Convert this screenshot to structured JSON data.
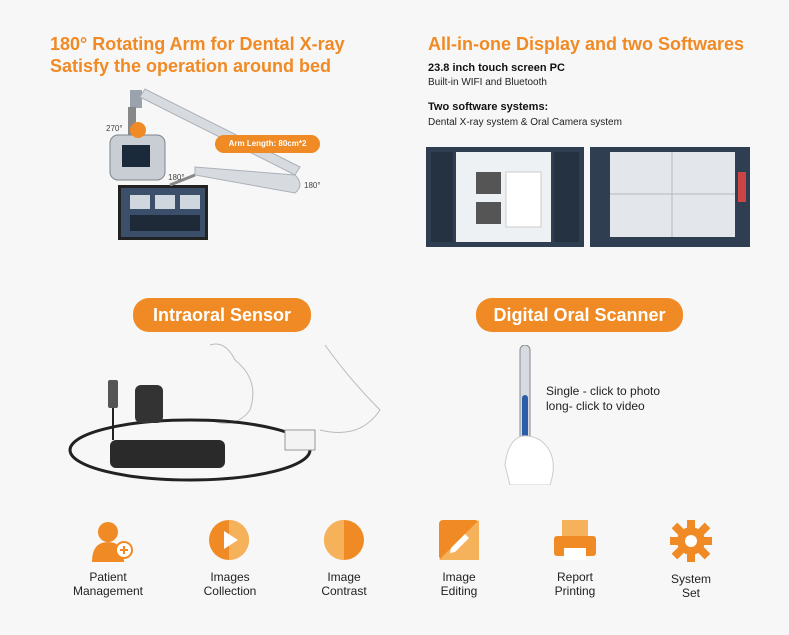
{
  "left_header": {
    "line1": "180° Rotating Arm for  Dental X-ray",
    "line2": "Satisfy the operation around bed"
  },
  "right_header": {
    "title": "All-in-one Display and two Softwares",
    "pc_title": "23.8 inch touch screen PC",
    "pc_sub": "Built-in WIFI and Bluetooth",
    "sw_title": "Two software systems:",
    "sw_sub": "Dental X-ray system & Oral Camera system"
  },
  "arm": {
    "label": "Arm Length: 80cm*2",
    "angle1": "270°",
    "angle2": "180°",
    "angle3": "180°"
  },
  "sensor": {
    "title": "Intraoral Sensor"
  },
  "scanner": {
    "title": "Digital Oral Scanner",
    "line1": "Single - click to photo",
    "line2": "long- click to video"
  },
  "features": [
    {
      "l1": "Patient",
      "l2": "Management",
      "icon": "patient-icon"
    },
    {
      "l1": "Images",
      "l2": "Collection",
      "icon": "play-icon"
    },
    {
      "l1": "Image",
      "l2": "Contrast",
      "icon": "contrast-icon"
    },
    {
      "l1": "Image",
      "l2": "Editing",
      "icon": "edit-icon"
    },
    {
      "l1": "Report",
      "l2": "Printing",
      "icon": "printer-icon"
    },
    {
      "l1": "System",
      "l2": "Set",
      "icon": "gear-icon"
    }
  ],
  "colors": {
    "accent": "#f08a24"
  }
}
